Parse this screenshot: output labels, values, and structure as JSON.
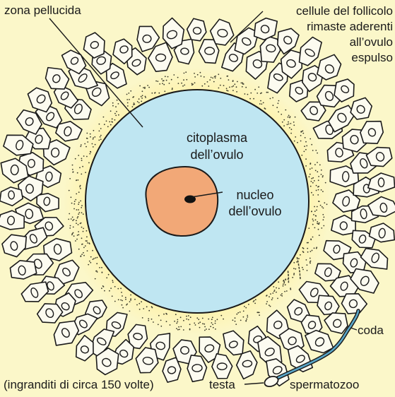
{
  "labels": {
    "zona_pellucida": "zona pellucida",
    "follicle_line1": "cellule del follicolo",
    "follicle_line2": "rimaste aderenti",
    "follicle_line3": "all’ovulo",
    "follicle_line4": "espulso",
    "cytoplasm_line1": "citoplasma",
    "cytoplasm_line2": "dell’ovulo",
    "nucleus_line1": "nucleo",
    "nucleus_line2": "dell’ovulo",
    "tail": "coda",
    "head": "testa",
    "sperm": "spermatozoo",
    "magnification": "(ingranditi di circa 150 volte)"
  },
  "colors": {
    "background": "#fbf7c9",
    "cytoplasm": "#bfe6f2",
    "nucleus": "#f2a877",
    "zona_glow": "#fff2a8",
    "cell_fill": "#fcfbf0",
    "outline": "#1a1a1a",
    "sperm_tail": "#5aa6c8"
  }
}
